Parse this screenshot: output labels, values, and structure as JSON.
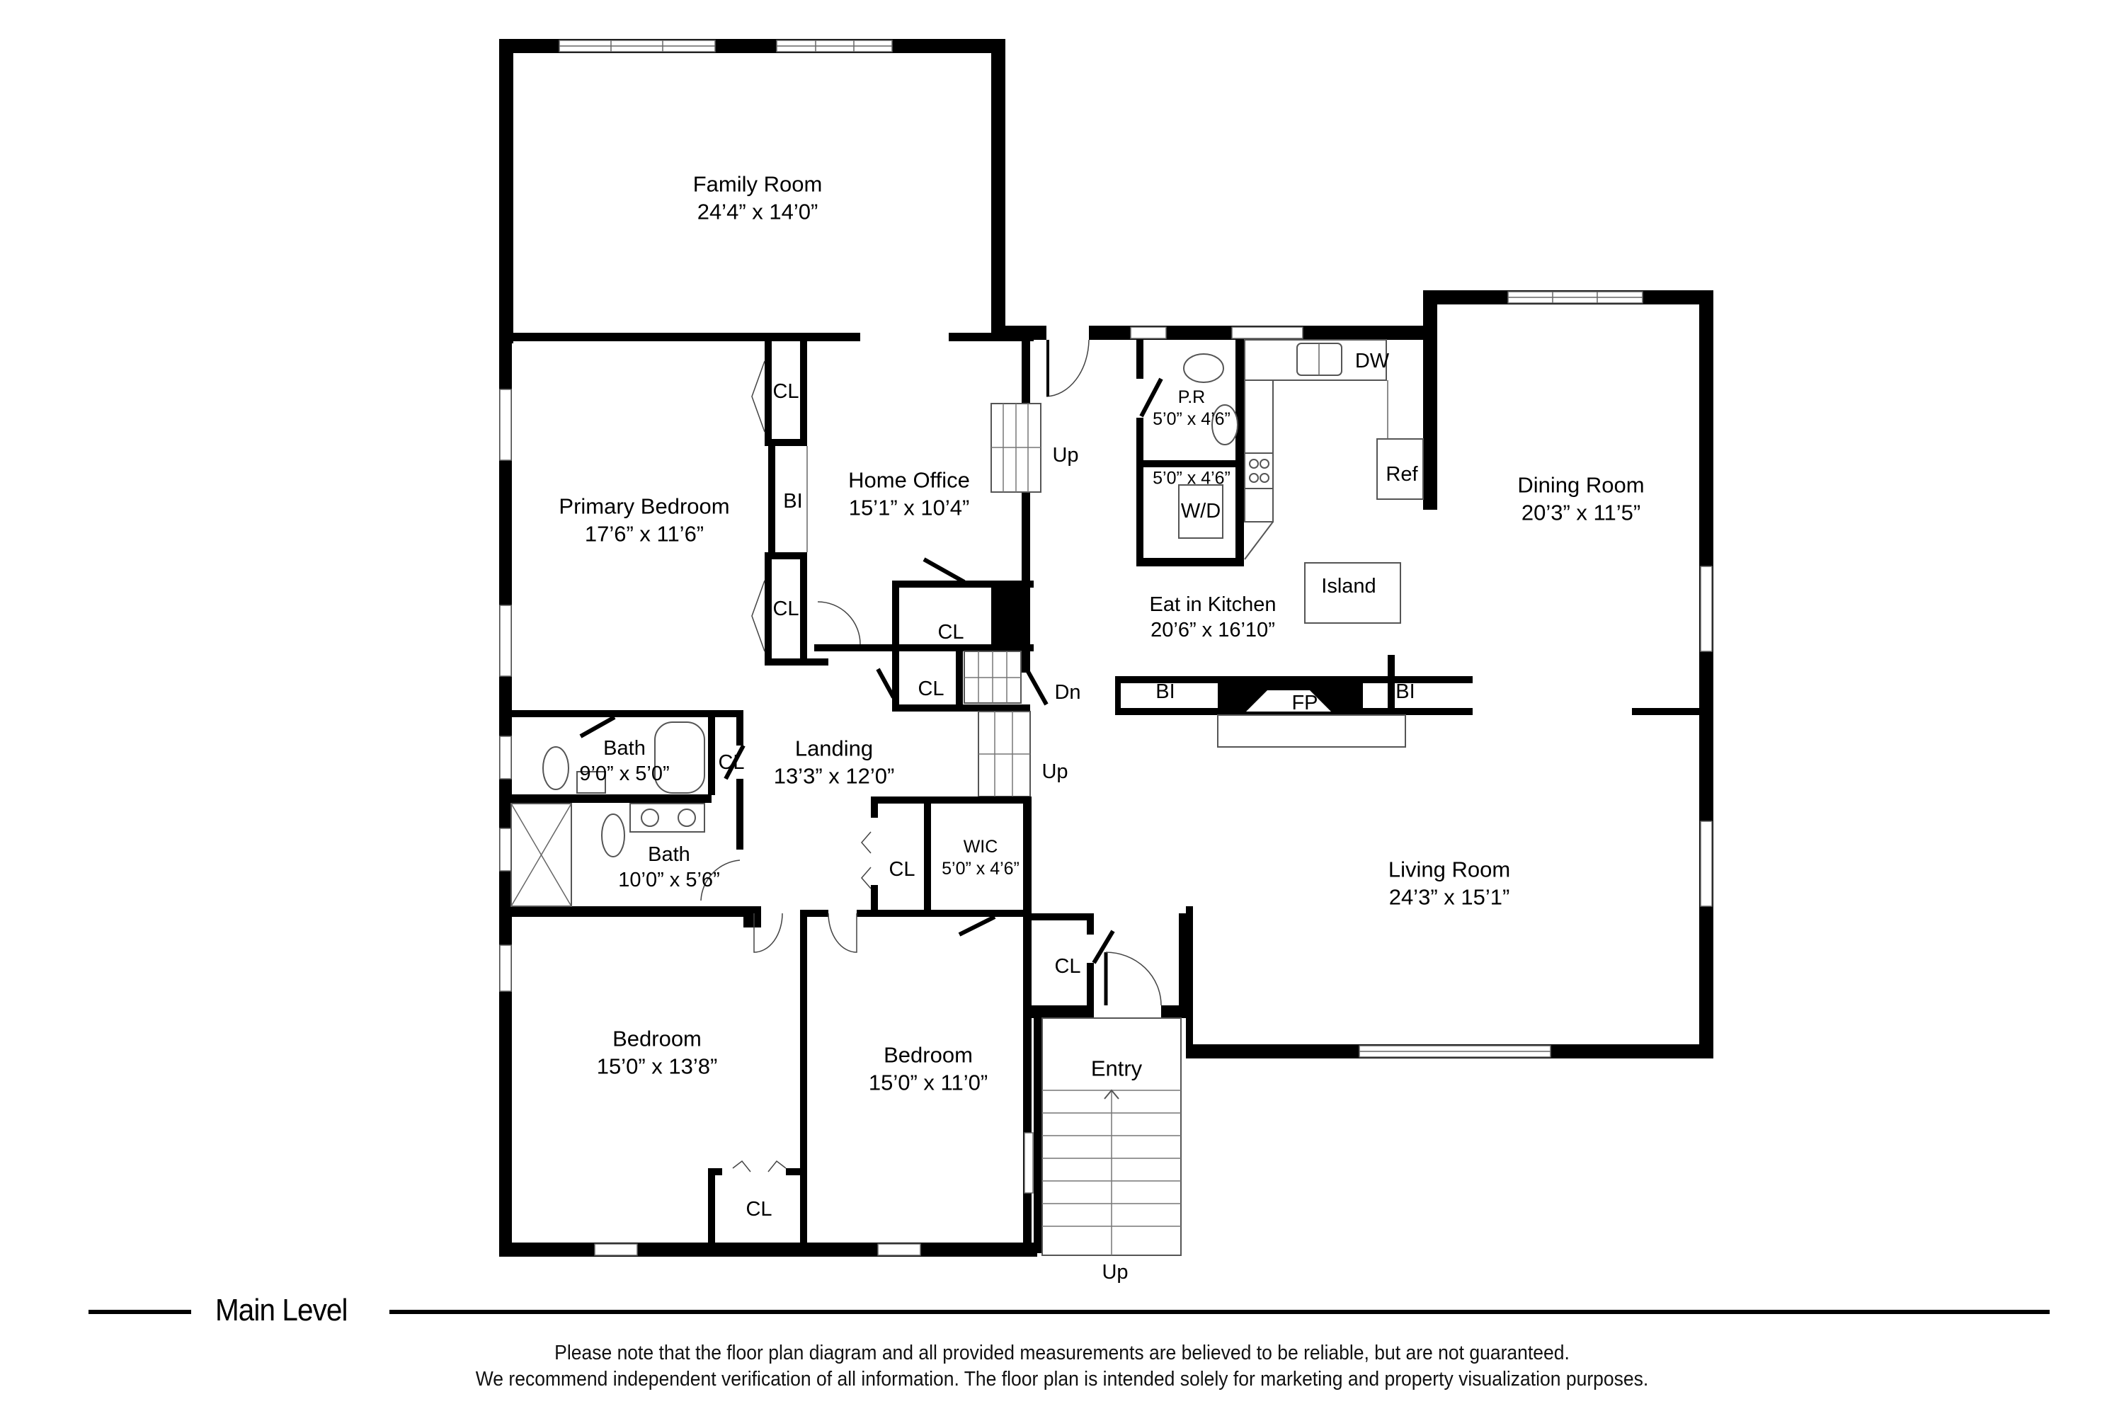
{
  "plan": {
    "level_name": "Main Level",
    "rooms": {
      "family_room": {
        "name": "Family Room",
        "dims": "24’4” x 14’0”"
      },
      "primary_bedroom": {
        "name": "Primary Bedroom",
        "dims": "17’6” x 11’6”"
      },
      "home_office": {
        "name": "Home Office",
        "dims": "15’1” x 10’4”"
      },
      "landing": {
        "name": "Landing",
        "dims": "13’3” x 12’0”"
      },
      "bath_upper": {
        "name": "Bath",
        "dims": "9’0” x 5’0”"
      },
      "bath_lower": {
        "name": "Bath",
        "dims": "10’0” x 5’6”"
      },
      "powder_room": {
        "name": "P.R",
        "dims": "5’0” x 4’6”"
      },
      "laundry": {
        "dims": "5’0” x 4’6”"
      },
      "eat_in_kitchen": {
        "name": "Eat in Kitchen",
        "dims": "20’6” x 16’10”"
      },
      "dining_room": {
        "name": "Dining Room",
        "dims": "20’3” x 11’5”"
      },
      "living_room": {
        "name": "Living Room",
        "dims": "24’3” x 15’1”"
      },
      "wic": {
        "name": "WIC",
        "dims": "5’0” x 4’6”"
      },
      "bedroom_left": {
        "name": "Bedroom",
        "dims": "15’0” x 13’8”"
      },
      "bedroom_right": {
        "name": "Bedroom",
        "dims": "15’0” x 11’0”"
      },
      "entry": {
        "name": "Entry"
      }
    },
    "fixtures": {
      "closet": "CL",
      "built_in": "BI",
      "fireplace": "FP",
      "island": "Island",
      "refrigerator": "Ref",
      "dishwasher": "DW",
      "washer_dryer": "W/D"
    },
    "stairs": {
      "up": "Up",
      "down": "Dn"
    }
  },
  "footer": {
    "disclaimer_line1": "Please note that the floor plan diagram and all provided measurements are believed to be reliable, but are not guaranteed.",
    "disclaimer_line2": "We recommend independent verification of all information. The floor plan is intended solely for marketing and property visualization purposes."
  }
}
